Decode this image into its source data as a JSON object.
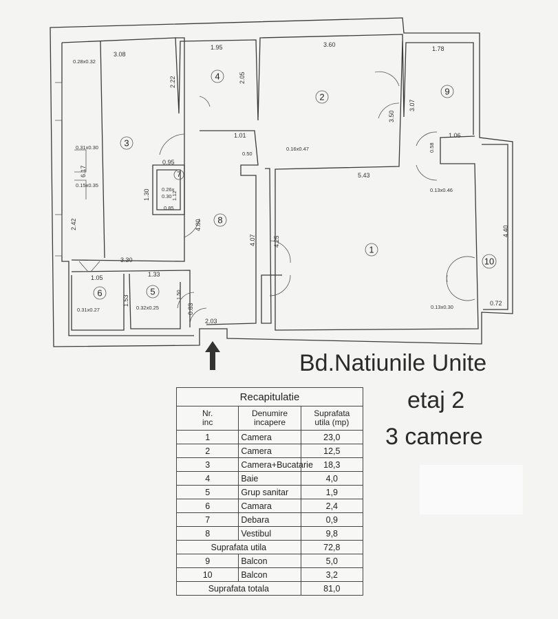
{
  "address": {
    "street": "Bd.Natiunile Unite",
    "floor": "etaj 2",
    "rooms": "3 camere"
  },
  "plan": {
    "room_numbers": [
      "1",
      "2",
      "3",
      "4",
      "5",
      "6",
      "7",
      "8",
      "9",
      "10"
    ],
    "dims": {
      "d308": "3.08",
      "d195": "1.95",
      "d360": "3.60",
      "d178": "1.78",
      "d028": "0.28x0.32",
      "d222": "2.22",
      "d205": "2.05",
      "d350": "3.50",
      "d307": "3.07",
      "d101": "1.01",
      "d106": "1.06",
      "d031a": "0.31x0.30",
      "d050": "0.50",
      "d016": "0.16x0.47",
      "d095": "0.95",
      "d058": "0.58",
      "d617": "6.17",
      "d543": "5.43",
      "d130": "1.30",
      "d026": "0.26x",
      "d030": "0.30",
      "d112": "1.12",
      "d015": "0.15x0.35",
      "d013a": "0.13x0.46",
      "d085": "0.85",
      "d440": "4.40",
      "d242": "2.42",
      "d480": "4.80",
      "d407": "4.07",
      "d425": "4.25",
      "d330": "3.30",
      "d105": "1.05",
      "d133": "1.33",
      "d150": "1.50",
      "d153": "1.53",
      "d031b": "0.31x0.27",
      "d032": "0.32x0.25",
      "d083": "0.83",
      "d203": "2.03",
      "d013b": "0.13x0.30",
      "d072": "0.72"
    }
  },
  "recap": {
    "title": "Recapitulatie",
    "col_nr": [
      "Nr.",
      "inc"
    ],
    "col_name": "Denumire incapere",
    "col_area": [
      "Suprafata",
      "utila (mp)"
    ],
    "rows": [
      {
        "nr": "1",
        "name": "Camera",
        "area": "23,0"
      },
      {
        "nr": "2",
        "name": "Camera",
        "area": "12,5"
      },
      {
        "nr": "3",
        "name": "Camera+Bucatarie",
        "area": "18,3"
      },
      {
        "nr": "4",
        "name": "Baie",
        "area": "4,0"
      },
      {
        "nr": "5",
        "name": "Grup sanitar",
        "area": "1,9"
      },
      {
        "nr": "6",
        "name": "Camara",
        "area": "2,4"
      },
      {
        "nr": "7",
        "name": "Debara",
        "area": "0,9"
      },
      {
        "nr": "8",
        "name": "Vestibul",
        "area": "9,8"
      }
    ],
    "subtotal_label": "Suprafata utila",
    "subtotal": "72,8",
    "balcony_rows": [
      {
        "nr": "9",
        "name": "Balcon",
        "area": "5,0"
      },
      {
        "nr": "10",
        "name": "Balcon",
        "area": "3,2"
      }
    ],
    "total_label": "Suprafata totala",
    "total": "81,0"
  }
}
